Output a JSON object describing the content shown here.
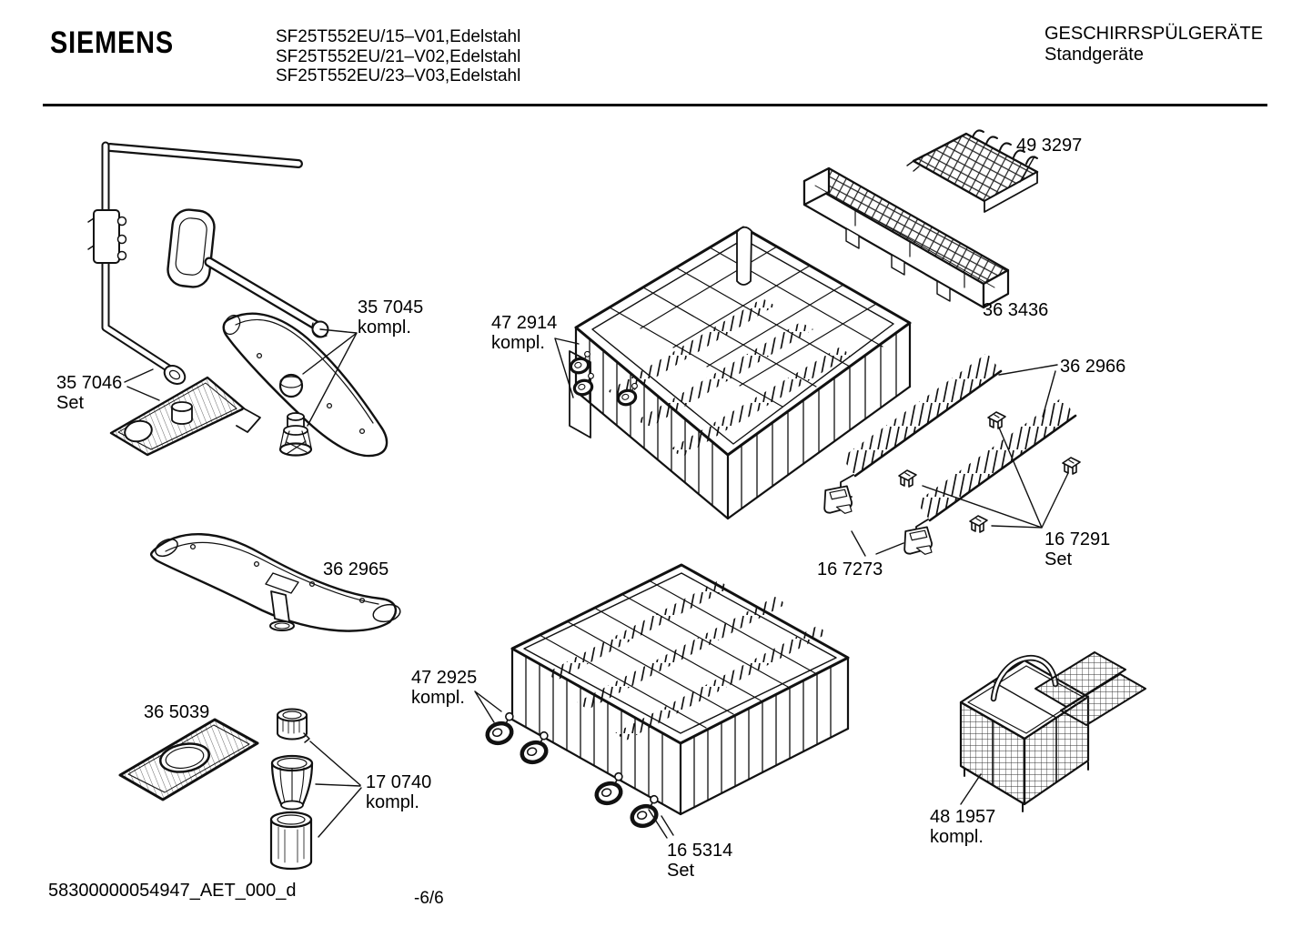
{
  "colors": {
    "ink": "#111111",
    "paper": "#ffffff"
  },
  "header": {
    "brand": "SIEMENS",
    "model_lines": [
      "SF25T552EU/15–V01,Edelstahl",
      "SF25T552EU/21–V02,Edelstahl",
      "SF25T552EU/23–V03,Edelstahl"
    ],
    "category": "GESCHIRRSPÜLGERÄTE",
    "subcategory": "Standgeräte"
  },
  "parts": [
    {
      "number": "49 3297",
      "qualifier": ""
    },
    {
      "number": "36 3436",
      "qualifier": ""
    },
    {
      "number": "35 7045",
      "qualifier": "kompl."
    },
    {
      "number": "47 2914",
      "qualifier": "kompl."
    },
    {
      "number": "35 7046",
      "qualifier": "Set"
    },
    {
      "number": "36 2966",
      "qualifier": ""
    },
    {
      "number": "16 7291",
      "qualifier": "Set"
    },
    {
      "number": "16 7273",
      "qualifier": ""
    },
    {
      "number": "36 2965",
      "qualifier": ""
    },
    {
      "number": "47 2925",
      "qualifier": "kompl."
    },
    {
      "number": "36 5039",
      "qualifier": ""
    },
    {
      "number": "17 0740",
      "qualifier": "kompl."
    },
    {
      "number": "16 5314",
      "qualifier": "Set"
    },
    {
      "number": "48 1957",
      "qualifier": "kompl."
    }
  ],
  "footer": {
    "document_id": "58300000054947_AET_000_d",
    "page_indicator": "-6/6"
  }
}
